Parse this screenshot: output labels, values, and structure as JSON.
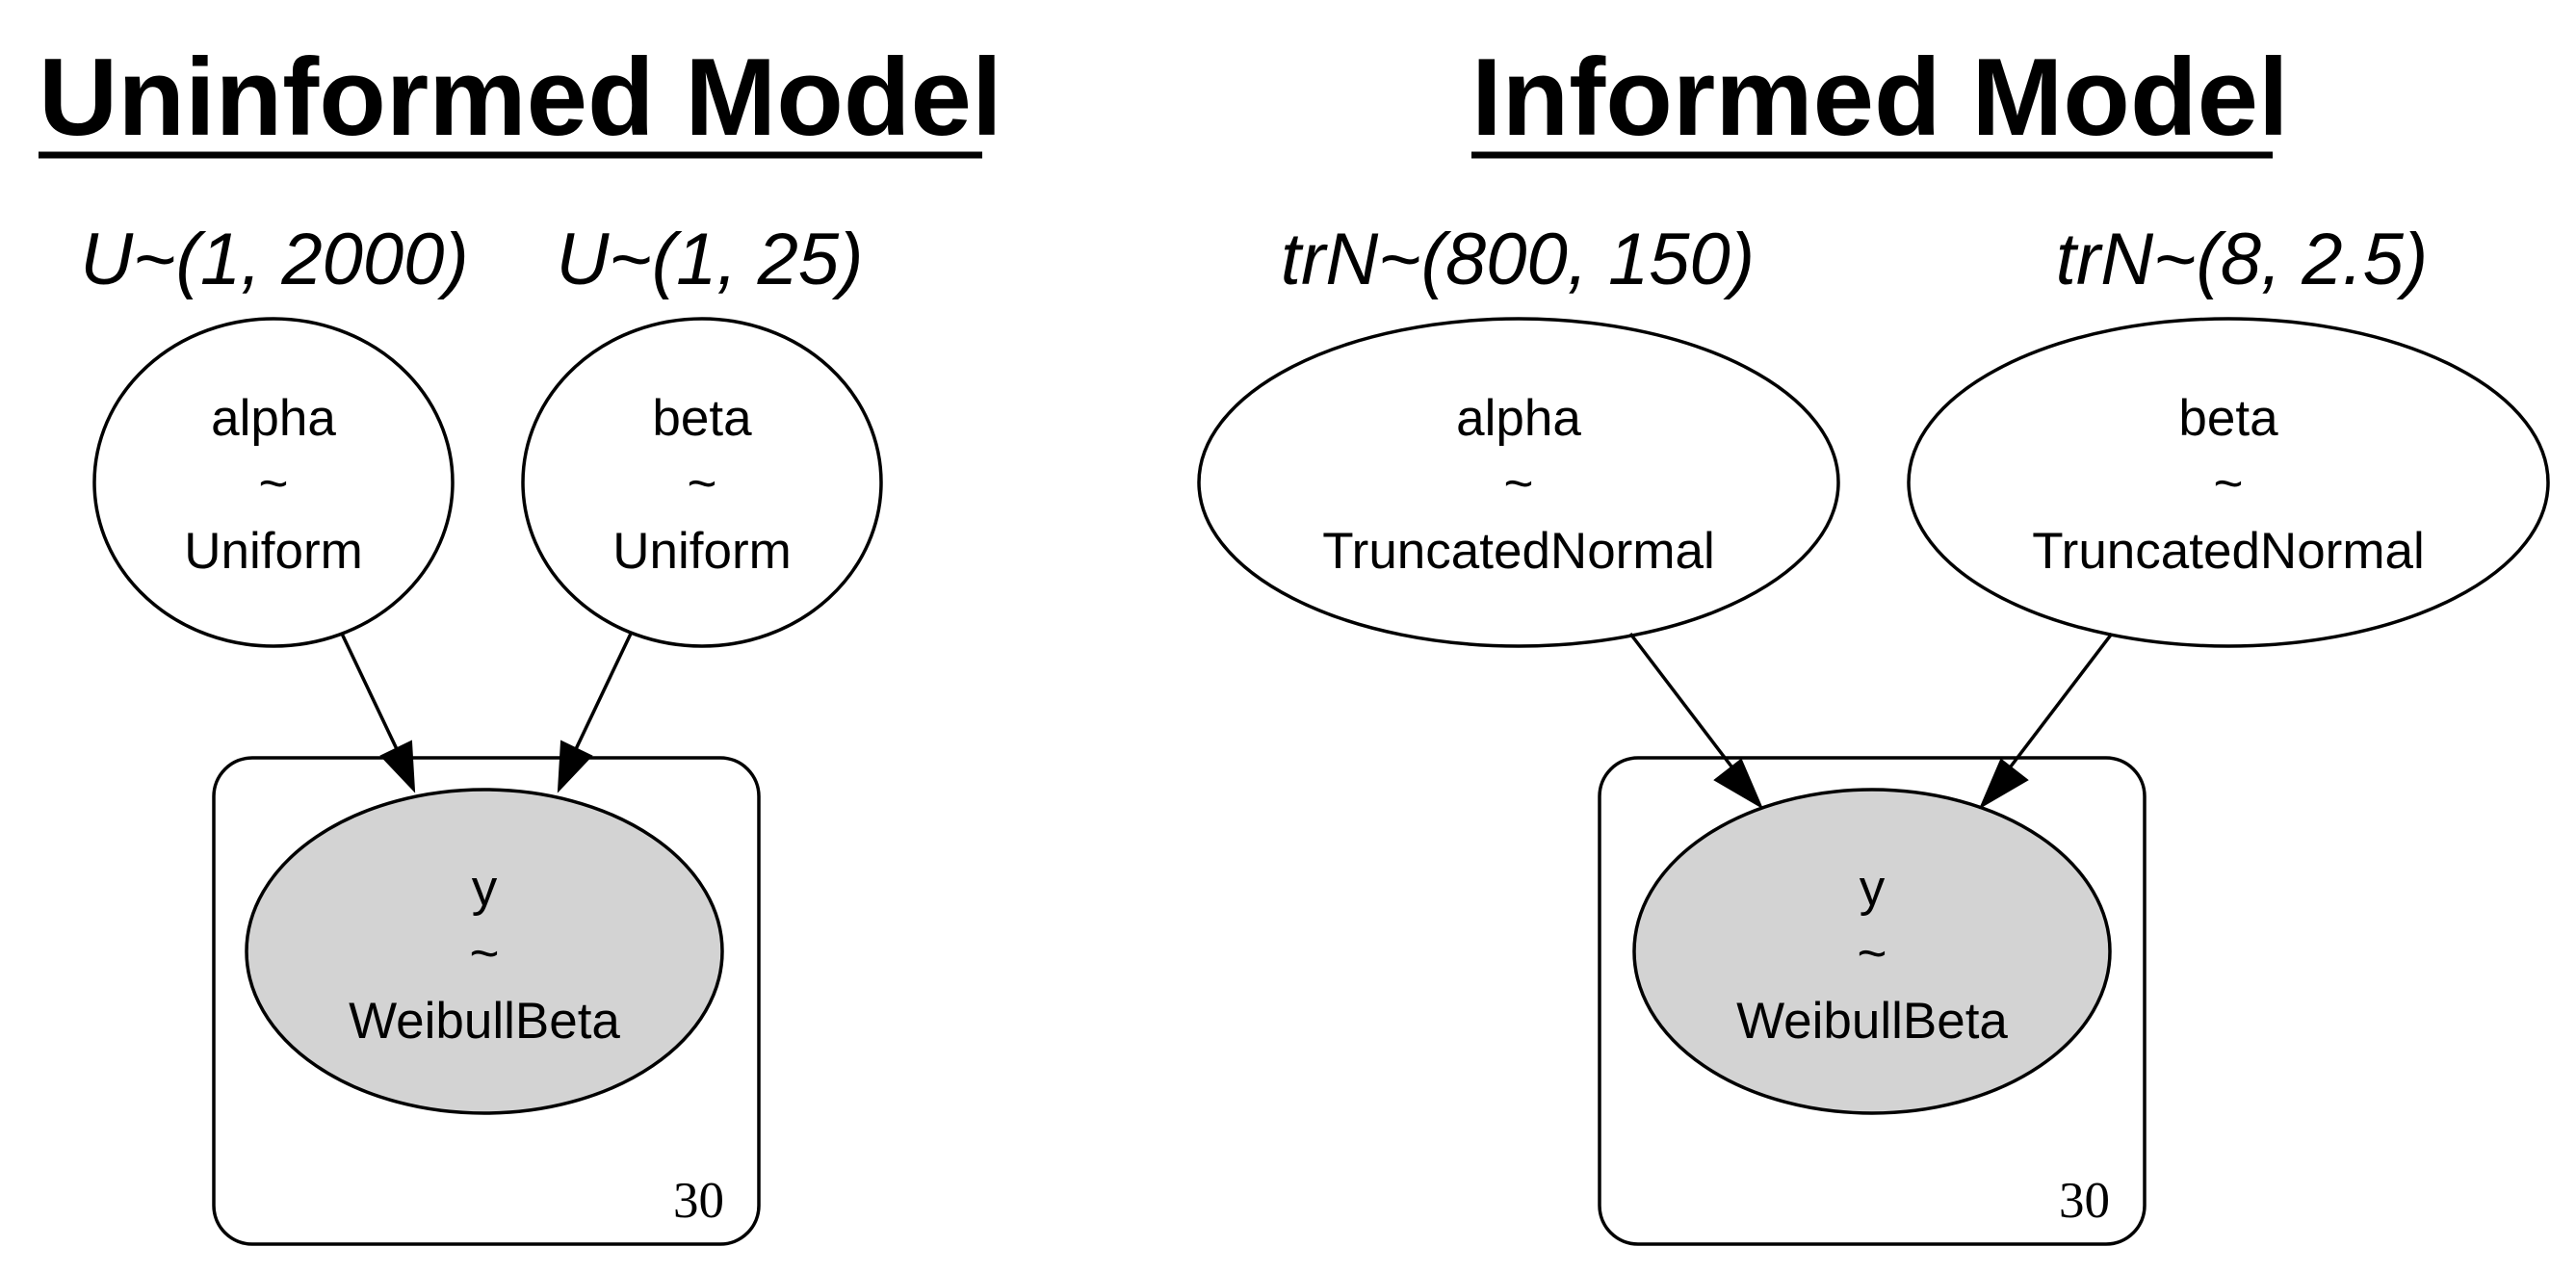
{
  "panels": [
    {
      "title": "Uninformed Model",
      "priors": [
        {
          "label": "U~(1, 2000)",
          "node": {
            "name": "alpha",
            "tilde": "~",
            "dist": "Uniform"
          }
        },
        {
          "label": "U~(1, 25)",
          "node": {
            "name": "beta",
            "tilde": "~",
            "dist": "Uniform"
          }
        }
      ],
      "likelihood": {
        "name": "y",
        "tilde": "~",
        "dist": "WeibullBeta"
      },
      "plate_count": "30"
    },
    {
      "title": "Informed Model",
      "priors": [
        {
          "label": "trN~(800, 150)",
          "node": {
            "name": "alpha",
            "tilde": "~",
            "dist": "TruncatedNormal"
          }
        },
        {
          "label": "trN~(8, 2.5)",
          "node": {
            "name": "beta",
            "tilde": "~",
            "dist": "TruncatedNormal"
          }
        }
      ],
      "likelihood": {
        "name": "y",
        "tilde": "~",
        "dist": "WeibullBeta"
      },
      "plate_count": "30"
    }
  ],
  "colors": {
    "observed_node_fill": "#d3d3d3",
    "line": "#000000",
    "background": "#ffffff"
  }
}
